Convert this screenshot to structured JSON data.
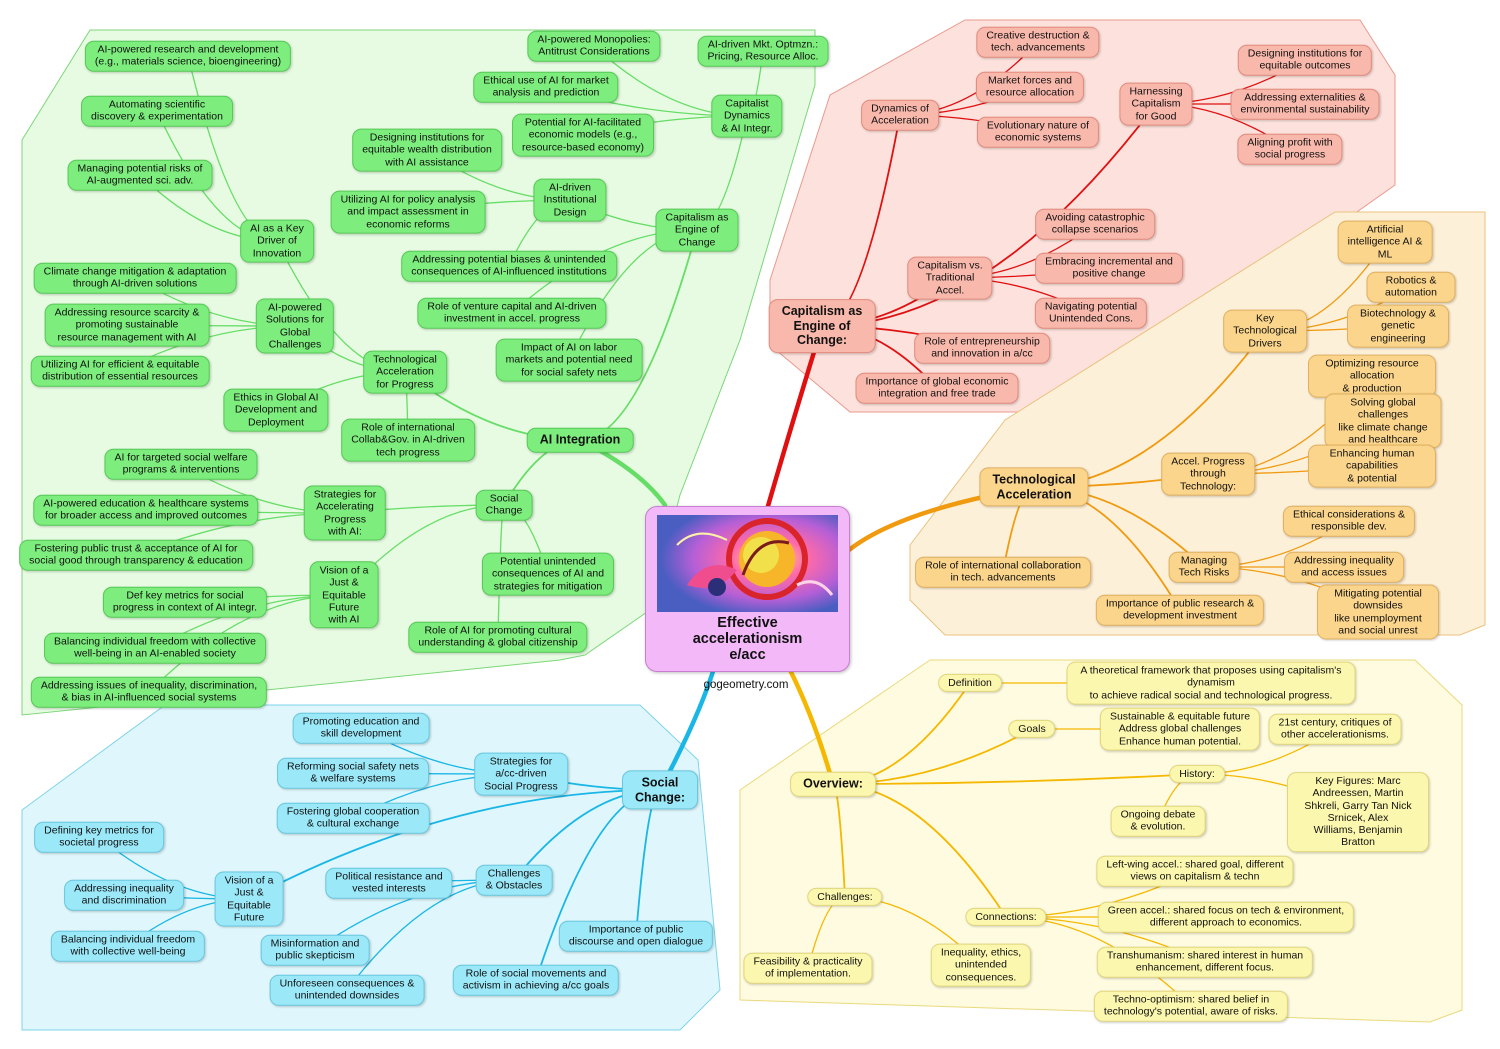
{
  "center": {
    "title": "Effective\naccelerationism\ne/acc",
    "site": "gogeometry.com"
  },
  "branches": {
    "ai_integration": {
      "color": "#66dd66",
      "fill": "#e6fbe2",
      "stroke": "#7dd67a",
      "nodes": {
        "root": "AI Integration",
        "tech_accel": "Technological\nAcceleration\nfor Progress",
        "key_driver": "AI as a Key\nDriver of\nInnovation",
        "research": "AI-powered research and development\n(e.g., materials science, bioengineering)",
        "automating": "Automating scientific\ndiscovery & experimentation",
        "managing_risks": "Managing potential risks of\nAI-augmented sci. adv.",
        "global_solutions": "AI-powered\nSolutions for\nGlobal\nChallenges",
        "climate": "Climate change mitigation & adaptation\nthrough AI-driven solutions",
        "scarcity": "Addressing resource scarcity &\npromoting sustainable\nresource management with AI",
        "distribution": "Utilizing AI for efficient & equitable\ndistribution of essential resources",
        "ethics": "Ethics in Global AI\nDevelopment and\nDeployment",
        "collab": "Role of international\nCollab&Gov. in AI-driven\ntech progress",
        "engine": "Capitalism as\nEngine of\nChange",
        "cap_dynamics": "Capitalist\nDynamics\n& AI Integr.",
        "monopolies": "AI-powered Monopolies:\nAntitrust Considerations",
        "mkt_optm": "AI-driven Mkt. Optmzn.:\nPricing, Resource Alloc.",
        "ethical_use": "Ethical use of AI for market\nanalysis and prediction",
        "economic_models": "Potential for AI-facilitated\neconomic models (e.g.,\nresource-based economy)",
        "inst_design": "AI-driven\nInstitutional\nDesign",
        "designing_inst": "Designing institutions for\nequitable wealth distribution\nwith AI assistance",
        "policy": "Utilizing AI for policy analysis\nand impact assessment in\neconomic reforms",
        "biases": "Addressing potential biases & unintended\nconsequences of AI-influenced institutions",
        "venture": "Role of venture capital and AI-driven\ninvestment in accel. progress",
        "labor": "Impact of AI on labor\nmarkets and potential need\nfor social safety nets",
        "social_change": "Social\nChange",
        "strategies": "Strategies for\nAccelerating\nProgress\nwith AI:",
        "targeted": "AI for targeted social welfare\nprograms & interventions",
        "education": "AI-powered education & healthcare systems\nfor broader access and improved outcomes",
        "trust": "Fostering public trust & acceptance of AI for\nsocial good through transparency & education",
        "vision": "Vision of a\nJust &\nEquitable\nFuture\nwith AI",
        "metrics": "Def key metrics for social\nprogress in context of AI integr.",
        "balancing": "Balancing individual freedom with collective\nwell-being in an AI-enabled society",
        "inequality": "Addressing issues of inequality, discrimination,\n& bias in AI-influenced social systems",
        "unintended": "Potential unintended\nconsequences of AI and\nstrategies for mitigation",
        "cultural": "Role of AI for promoting cultural\nunderstanding & global citizenship"
      }
    },
    "capitalism": {
      "color": "#e01010",
      "fill": "#fde1dc",
      "stroke": "#e89a8e",
      "nodes": {
        "root": "Capitalism as\nEngine of\nChange:",
        "dynamics": "Dynamics of\nAcceleration",
        "creative": "Creative destruction &\ntech. advancements",
        "market_forces": "Market forces and\nresource allocation",
        "evolutionary": "Evolutionary nature of\neconomic systems",
        "harnessing": "Harnessing\nCapitalism\nfor Good",
        "designing": "Designing institutions for\nequitable outcomes",
        "externalities": "Addressing externalities &\nenvironmental sustainability",
        "aligning": "Aligning profit with\nsocial progress",
        "vs_traditional": "Capitalism vs.\nTraditional\nAccel.",
        "avoiding": "Avoiding catastrophic\ncollapse scenarios",
        "embracing": "Embracing incremental and\npositive change",
        "navigating": "Navigating potential\nUnintended Cons.",
        "entrepreneurship": "Role of entrepreneurship\nand innovation in a/cc",
        "global_integration": "Importance of global economic\nintegration and free trade"
      }
    },
    "technological": {
      "color": "#f09a10",
      "fill": "#fdf0d9",
      "stroke": "#e9c27f",
      "nodes": {
        "root": "Technological\nAcceleration",
        "key_drivers": "Key\nTechnological\nDrivers",
        "ai_ml": "Artificial\nintelligence AI &\nML",
        "robotics": "Robotics & automation",
        "biotech": "Biotechnology &\ngenetic engineering",
        "accel_progress": "Accel. Progress\nthrough\nTechnology:",
        "optimizing": "Optimizing resource allocation\n& production",
        "solving": "Solving global challenges\nlike climate change and healthcare",
        "enhancing": "Enhancing human capabilities\n& potential",
        "managing": "Managing\nTech Risks",
        "ethical": "Ethical considerations &\nresponsible dev.",
        "inequality": "Addressing inequality\nand access issues",
        "mitigating": "Mitigating potential downsides\nlike unemployment and social unrest",
        "intl_collab": "Role of international collaboration\nin tech. advancements",
        "public_research": "Importance of public research &\ndevelopment investment"
      }
    },
    "overview": {
      "color": "#f5b800",
      "fill": "#fefbe0",
      "stroke": "#ead97c",
      "nodes": {
        "root": "Overview:",
        "definition": "Definition",
        "definition_text": "A theoretical framework that proposes using capitalism's dynamism\nto achieve radical social and technological progress.",
        "goals": "Goals",
        "goals_text": "Sustainable & equitable future\nAddress global challenges\nEnhance human potential.",
        "history": "History:",
        "century": "21st century, critiques of\nother accelerationisms.",
        "key_figures": "Key Figures:  Marc Andreessen, Martin\nShkreli, Garry Tan Nick Srnicek, Alex\nWilliams, Benjamin Bratton",
        "ongoing": "Ongoing debate\n& evolution.",
        "challenges": "Challenges:",
        "feasibility": "Feasibility & practicality\nof implementation.",
        "ethics": "Inequality, ethics,\nunintended\nconsequences.",
        "connections": "Connections:",
        "left_wing": "Left-wing accel.: shared goal, different\nviews on capitalism & techn",
        "green": "Green accel.: shared focus on tech & environment,\ndifferent approach to economics.",
        "transhumanism": "Transhumanism: shared interest in human\nenhancement, different focus.",
        "techno_optimism": "Techno-optimism: shared belief in\ntechnology's potential, aware of risks."
      }
    },
    "social": {
      "color": "#1ab6e6",
      "fill": "#dff7fc",
      "stroke": "#7fd3e9",
      "nodes": {
        "root": "Social\nChange:",
        "strategies": "Strategies for\na/cc-driven\nSocial Progress",
        "education": "Promoting education and\nskill development",
        "safety_nets": "Reforming social safety nets\n& welfare systems",
        "cooperation": "Fostering global cooperation\n& cultural exchange",
        "challenges": "Challenges\n& Obstacles",
        "resistance": "Political resistance and\nvested interests",
        "misinformation": "Misinformation and\npublic skepticism",
        "unforeseen": "Unforeseen consequences &\nunintended downsides",
        "vision": "Vision of a\nJust &\nEquitable\nFuture",
        "metrics": "Defining key metrics for\nsocietal progress",
        "inequality": "Addressing inequality\nand discrimination",
        "balancing": "Balancing individual freedom\nwith collective well-being",
        "discourse": "Importance of public\ndiscourse and open dialogue",
        "movements": "Role of social movements and\nactivism in achieving a/cc goals"
      }
    }
  }
}
